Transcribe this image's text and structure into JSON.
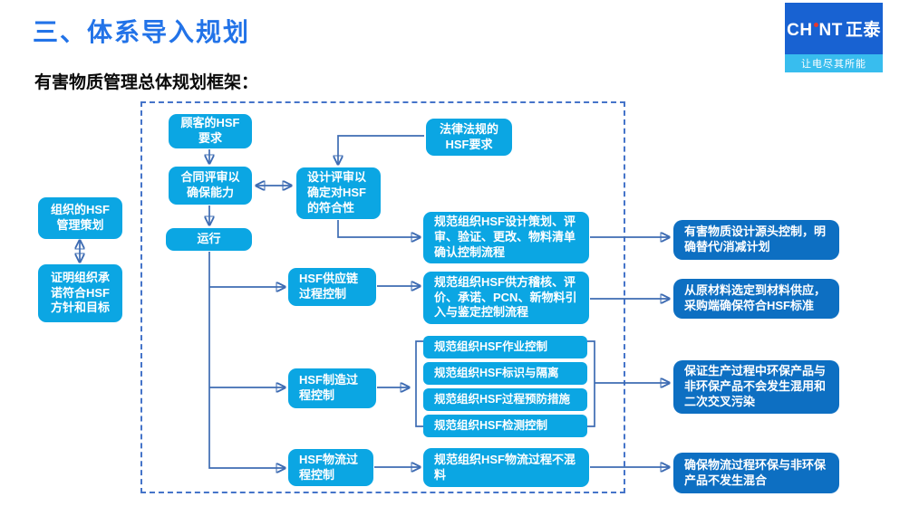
{
  "header": {
    "title": "三、体系导入规划",
    "subtitle": "有害物质管理总体规划框架："
  },
  "logo": {
    "brand_left": "CH",
    "brand_right": "NT",
    "brand_cn": "正泰",
    "tagline": "让电尽其所能"
  },
  "colors": {
    "title_blue": "#2273e8",
    "node_cyan": "#0ba6e3",
    "node_dark_blue": "#0d6fc2",
    "connector_blue": "#3e6cb3",
    "frame_dashed_blue": "#4574c9",
    "logo_bg": "#1862d2",
    "logo_tagline_bg": "#38bdee",
    "logo_dot_red": "#e8382d"
  },
  "nodes": {
    "org": "组织的HSF\n管理策划",
    "prove": "证明组织承\n诺符合HSF\n方针和目标",
    "customer": "顾客的HSF\n要求",
    "contract": "合同评审以\n确保能力",
    "design_review": "设计评审以\n确定对HSF\n的符合性",
    "run": "运行",
    "law": "法律法规的\nHSF要求",
    "design_ctrl": "规范组织HSF设计策划、评\n审、验证、更改、物料清单\n确认控制流程",
    "supply": "HSF供应链\n过程控制",
    "supply_ctrl": "规范组织HSF供方稽核、评\n价、承诺、PCN、新物料引\n入与鉴定控制流程",
    "mfg": "HSF制造过\n程控制",
    "op1": "规范组织HSF作业控制",
    "op2": "规范组织HSF标识与隔离",
    "op3": "规范组织HSF过程预防措施",
    "op4": "规范组织HSF检测控制",
    "logistics": "HSF物流过\n程控制",
    "logistics_ctrl": "规范组织HSF物流过程不混\n料",
    "outcome_design": "有害物质设计源头控制，明\n确替代/消减计划",
    "outcome_supply": "从原材料选定到材料供应，\n采购端确保符合HSF标准",
    "outcome_mfg": "保证生产过程中环保产品与\n非环保产品不会发生混用和\n二次交叉污染",
    "outcome_logistics": "确保物流过程环保与非环保\n产品不发生混合"
  }
}
